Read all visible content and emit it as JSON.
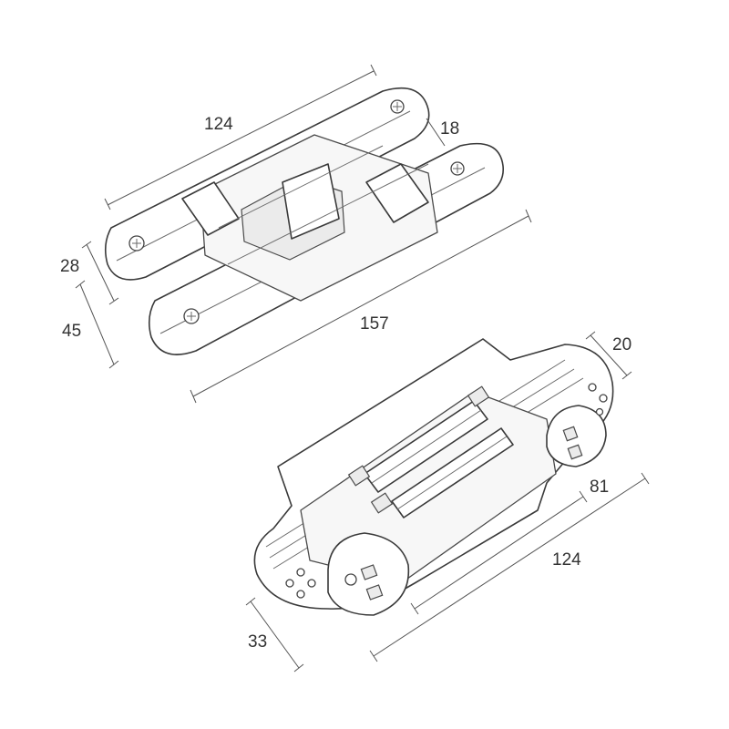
{
  "diagram": {
    "top_view_dimensions": {
      "length_plates": "124",
      "thickness": "18",
      "inner_width": "28",
      "outer_width": "45",
      "total_length": "157"
    },
    "bottom_view_dimensions": {
      "thickness": "20",
      "body_length": "81",
      "plate_length": "124",
      "body_width": "33"
    }
  }
}
